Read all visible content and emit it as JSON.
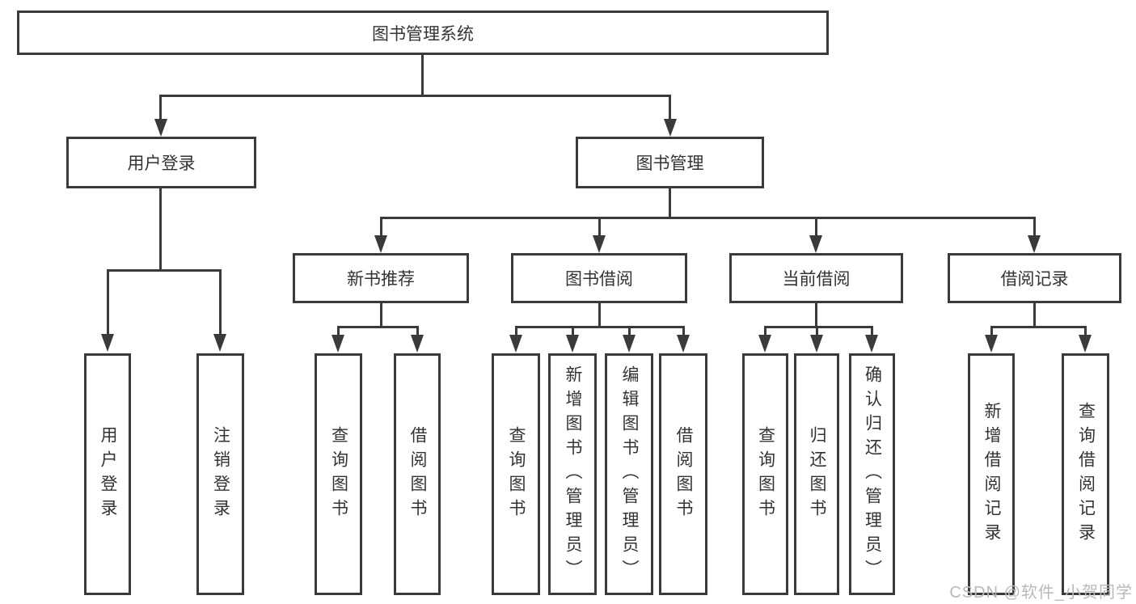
{
  "tree": {
    "root": "图书管理系统",
    "branches": [
      {
        "label": "用户登录",
        "leaves": [
          "用户登录",
          "注销登录"
        ]
      },
      {
        "label": "图书管理",
        "children": [
          {
            "label": "新书推荐",
            "leaves": [
              "查询图书",
              "借阅图书"
            ]
          },
          {
            "label": "图书借阅",
            "leaves": [
              "查询图书",
              "新增图书（管理员）",
              "编辑图书（管理员）",
              "借阅图书"
            ]
          },
          {
            "label": "当前借阅",
            "leaves": [
              "查询图书",
              "归还图书",
              "确认归还（管理员）"
            ]
          },
          {
            "label": "借阅记录",
            "leaves": [
              "新增借阅记录",
              "查询借阅记录"
            ]
          }
        ]
      }
    ]
  },
  "watermark": "CSDN @软件_小贺同学",
  "colors": {
    "line": "#3a3a3a",
    "text": "#333333",
    "watermark": "#b9b9b9",
    "background": "#ffffff"
  }
}
